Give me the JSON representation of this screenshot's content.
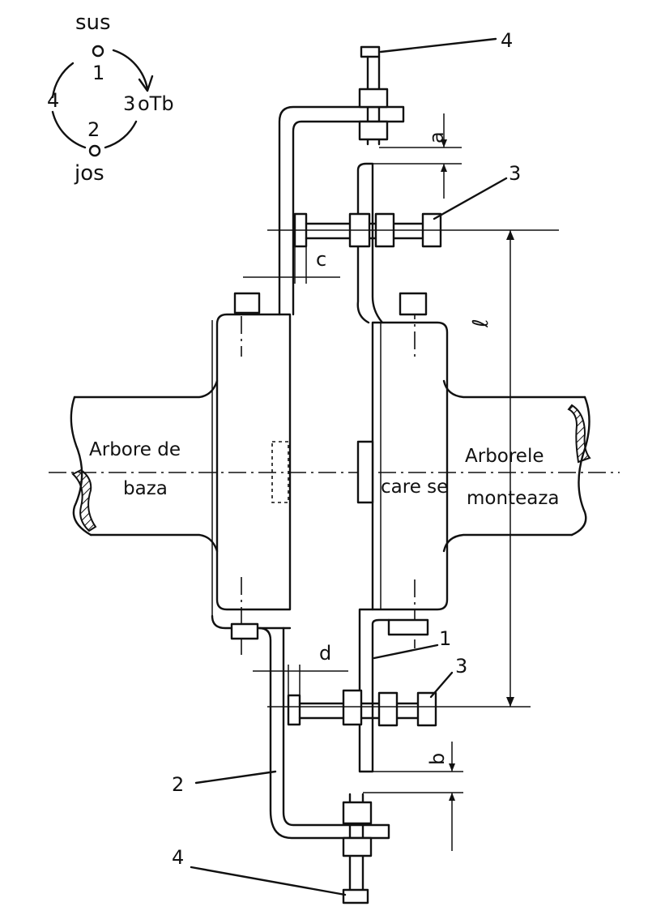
{
  "diagram": {
    "rotation_key": {
      "top_label": "sus",
      "bottom_label": "jos",
      "pos_top": "1",
      "pos_bottom": "2",
      "pos_right": "3",
      "pos_left": "4",
      "right_suffix": "oTb"
    },
    "shaft_labels": {
      "left_line1": "Arbore de",
      "left_line2": "baza",
      "right_line1": "Arborele",
      "right_line2a": "care se",
      "right_line2b": "monteaza"
    },
    "dimensions": {
      "a": "a",
      "b": "b",
      "c": "c",
      "d": "d",
      "l": "ℓ"
    },
    "callouts": {
      "top_screw": "4",
      "top_bolt": "3",
      "lower_bracket": "1",
      "lower_bolt": "3",
      "left_bracket": "2",
      "bottom_screw": "4"
    }
  }
}
